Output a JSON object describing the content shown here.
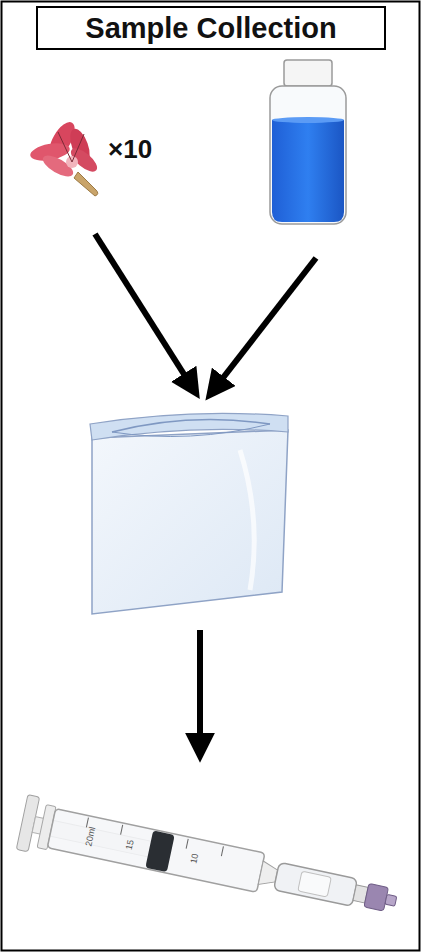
{
  "diagram": {
    "title": "Sample Collection",
    "labels": [
      "×10",
      "20ml",
      "15",
      "10"
    ]
  }
}
